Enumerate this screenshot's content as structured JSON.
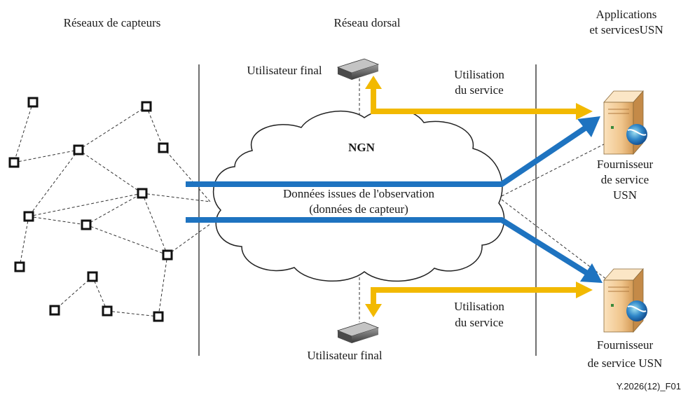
{
  "labels": {
    "sensor_networks": "Réseaux de capteurs",
    "backbone": "Réseau dorsal",
    "apps_line1": "Applications",
    "apps_line2": "et servicesUSN",
    "ngn": "NGN",
    "end_user_top": "Utilisateur final",
    "end_user_bottom": "Utilisateur final",
    "usage_top_line1": "Utilisation",
    "usage_top_line2": "du service",
    "usage_bottom_line1": "Utilisation",
    "usage_bottom_line2": "du service",
    "data_line1": "Données issues de l'observation",
    "data_line2": "(données de capteur)",
    "provider_top_line1": "Fournisseur",
    "provider_top_line2": "de service",
    "provider_top_line3": "USN",
    "provider_bottom_line1": "Fournisseur",
    "provider_bottom_line2": "de service USN",
    "figure_id": "Y.2026(12)_F01"
  },
  "colors": {
    "data_flow": "#1e73c0",
    "service_flow": "#f2b900",
    "server_body": "#f0c58c"
  }
}
